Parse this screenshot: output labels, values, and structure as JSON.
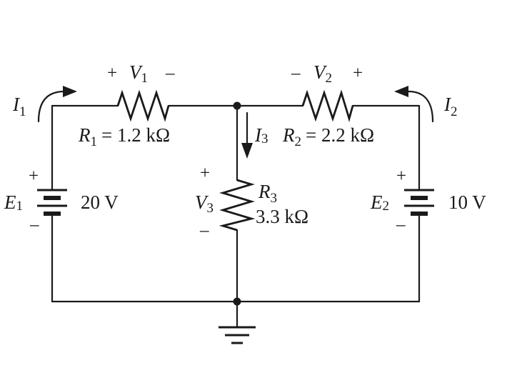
{
  "labels": {
    "v1_plus": "+",
    "v1_var": "V",
    "v1_sub": "1",
    "v1_minus": "–",
    "v2_minus": "–",
    "v2_var": "V",
    "v2_sub": "2",
    "v2_plus": "+",
    "i1_var": "I",
    "i1_sub": "1",
    "i2_var": "I",
    "i2_sub": "2",
    "i3_var": "I",
    "i3_sub": "3",
    "r1_var": "R",
    "r1_sub": "1",
    "r1_value": "= 1.2 kΩ",
    "r2_var": "R",
    "r2_sub": "2",
    "r2_value": "= 2.2 kΩ",
    "r3_var": "R",
    "r3_sub": "3",
    "r3_value": "3.3 kΩ",
    "v3_plus": "+",
    "v3_var": "V",
    "v3_sub": "3",
    "v3_minus": "–",
    "e1_plus": "+",
    "e1_var": "E",
    "e1_sub": "1",
    "e1_minus": "–",
    "e1_value": "20 V",
    "e2_plus": "+",
    "e2_var": "E",
    "e2_sub": "2",
    "e2_minus": "–",
    "e2_value": "10 V"
  }
}
